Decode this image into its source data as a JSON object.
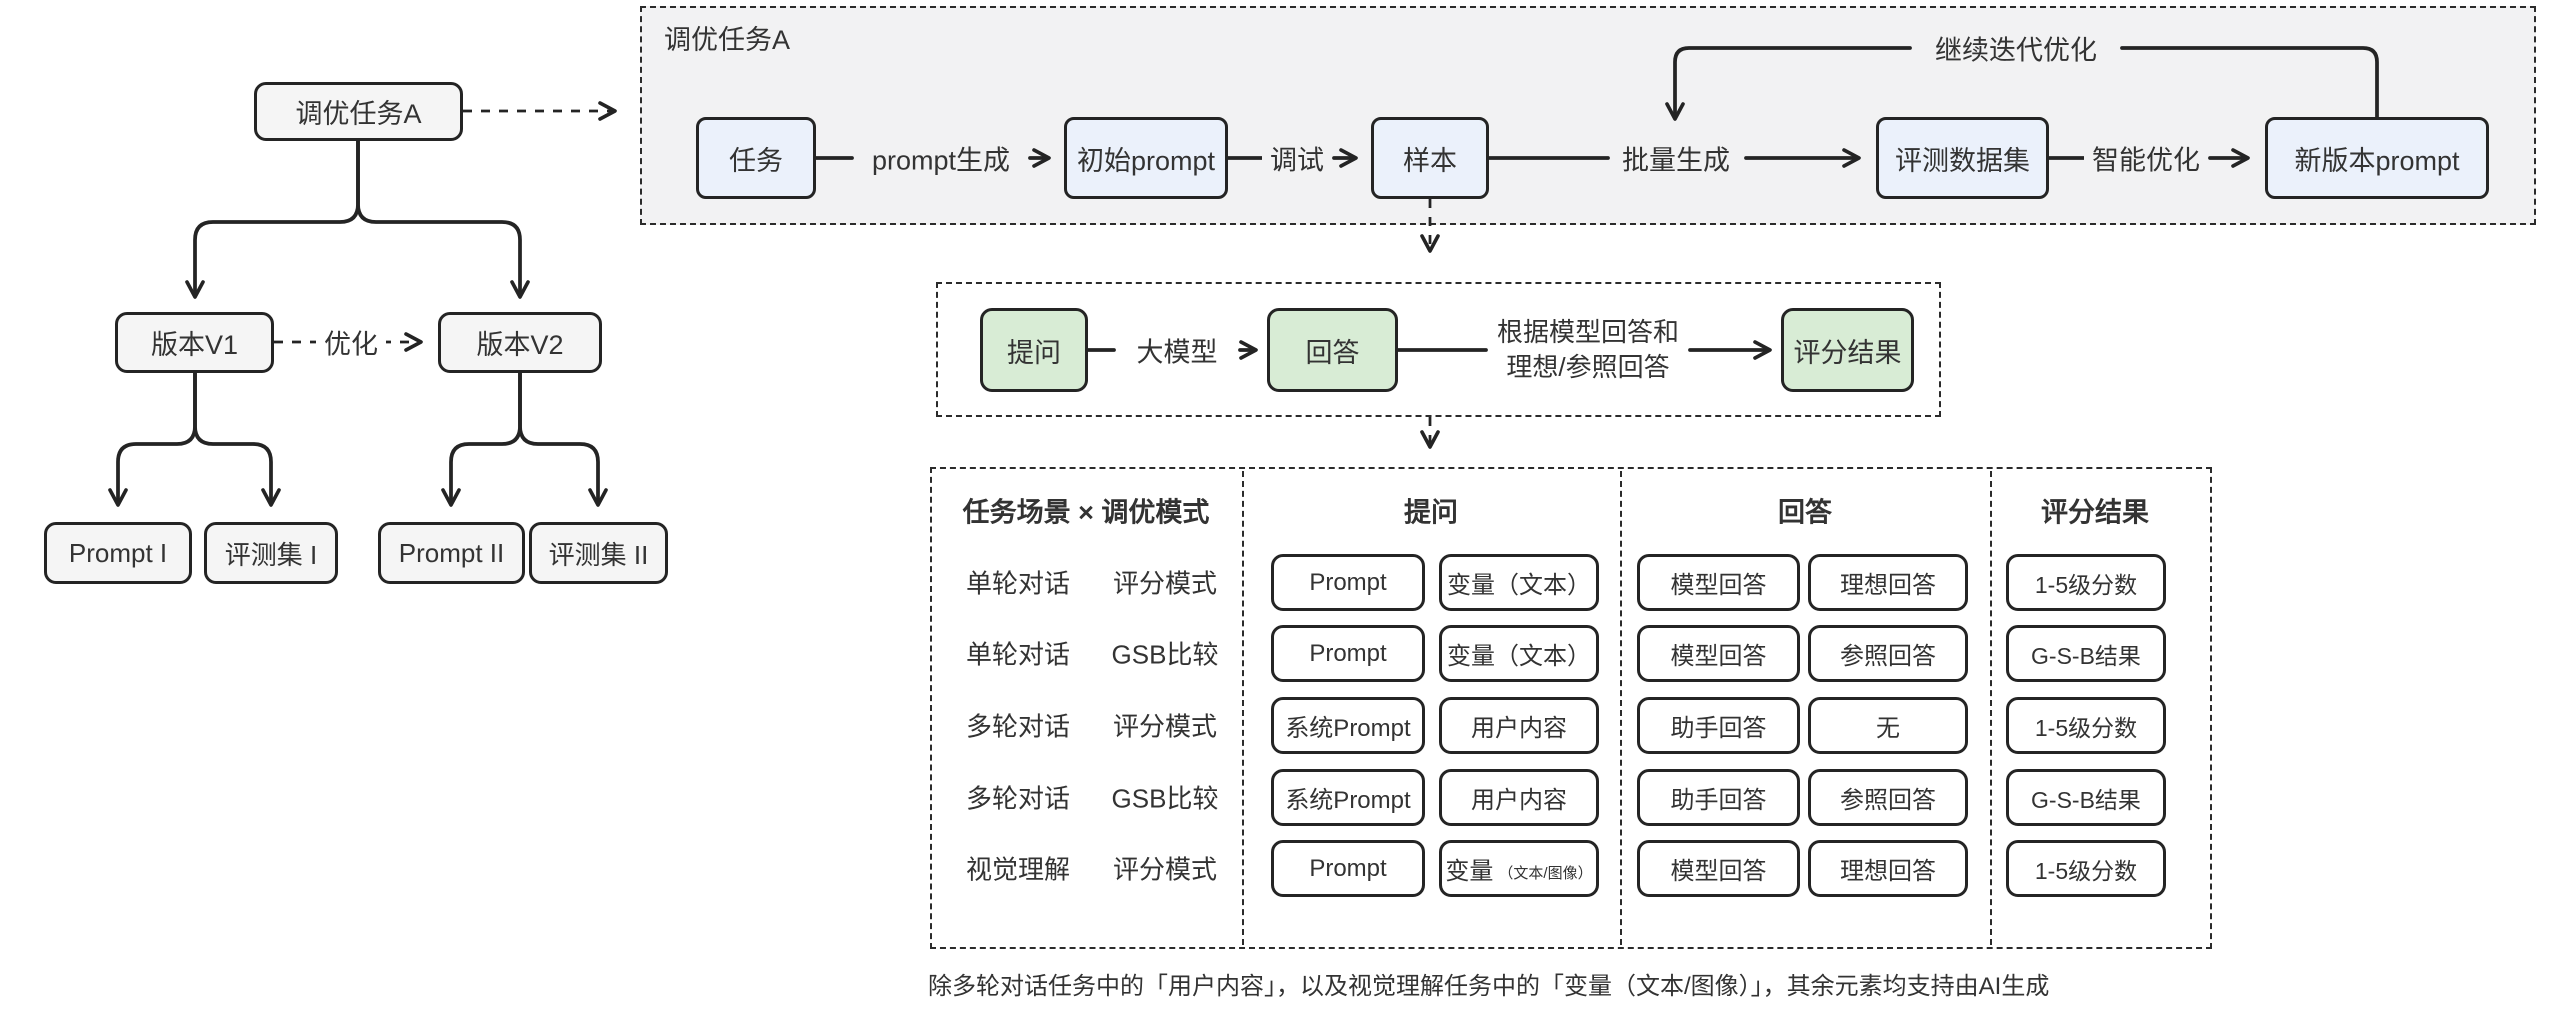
{
  "colors": {
    "ink": "#242424",
    "pipeline_fill": "#f2f2f3",
    "node_blue": "#ebf1fb",
    "node_green": "#d8ecd5",
    "node_gray": "#f5f5f5"
  },
  "tree": {
    "root": "调优任务A",
    "v1": "版本V1",
    "v2": "版本V2",
    "optimize_label": "优化",
    "prompt1": "Prompt I",
    "eval1": "评测集 I",
    "prompt2": "Prompt II",
    "eval2": "评测集 II"
  },
  "pipeline": {
    "title": "调优任务A",
    "nodes": {
      "task": "任务",
      "initial_prompt": "初始prompt",
      "sample": "样本",
      "eval_dataset": "评测数据集",
      "new_prompt": "新版本prompt"
    },
    "edges": {
      "gen": "prompt生成",
      "debug": "调试",
      "batch": "批量生成",
      "smart": "智能优化",
      "iterate": "继续迭代优化"
    }
  },
  "scoring": {
    "ask": "提问",
    "llm_label": "大模型",
    "answer": "回答",
    "basis_line1": "根据模型回答和",
    "basis_line2": "理想/参照回答",
    "result": "评分结果"
  },
  "matrix": {
    "headers": [
      "任务场景 × 调优模式",
      "提问",
      "回答",
      "评分结果"
    ],
    "rows": [
      {
        "scene": "单轮对话",
        "mode": "评分模式",
        "ask1": "Prompt",
        "ask2": "变量（文本）",
        "ask2_small": "",
        "ans1": "模型回答",
        "ans2": "理想回答",
        "score": "1-5级分数"
      },
      {
        "scene": "单轮对话",
        "mode": "GSB比较",
        "ask1": "Prompt",
        "ask2": "变量（文本）",
        "ask2_small": "",
        "ans1": "模型回答",
        "ans2": "参照回答",
        "score": "G-S-B结果"
      },
      {
        "scene": "多轮对话",
        "mode": "评分模式",
        "ask1": "系统Prompt",
        "ask2": "用户内容",
        "ask2_small": "",
        "ans1": "助手回答",
        "ans2": "无",
        "score": "1-5级分数"
      },
      {
        "scene": "多轮对话",
        "mode": "GSB比较",
        "ask1": "系统Prompt",
        "ask2": "用户内容",
        "ask2_small": "",
        "ans1": "助手回答",
        "ans2": "参照回答",
        "score": "G-S-B结果"
      },
      {
        "scene": "视觉理解",
        "mode": "评分模式",
        "ask1": "Prompt",
        "ask2": "变量",
        "ask2_small": "（文本/图像）",
        "ans1": "模型回答",
        "ans2": "理想回答",
        "score": "1-5级分数"
      }
    ],
    "note": "除多轮对话任务中的「用户内容」，以及视觉理解任务中的「变量（文本/图像）」，其余元素均支持由AI生成"
  }
}
